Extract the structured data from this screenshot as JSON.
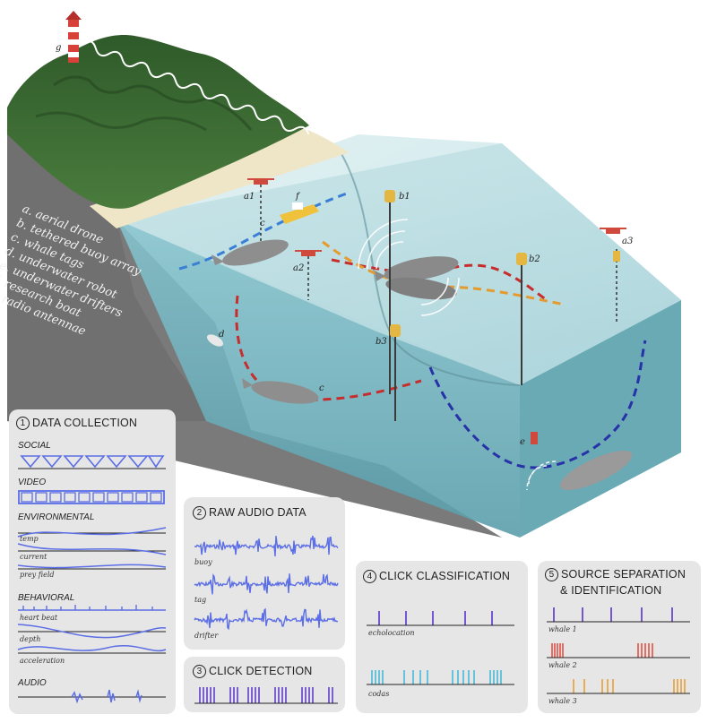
{
  "legend": {
    "items": [
      "a. aerial drone",
      "b. tethered buoy array",
      "c. whale tags",
      "d. underwater robot",
      "e. underwater drifters",
      "f. research boat",
      "g. radio antennae"
    ]
  },
  "scene_labels": {
    "a1": "a1",
    "a2": "a2",
    "a3": "a3",
    "b1": "b1",
    "b2": "b2",
    "b3": "b3",
    "c1": "c",
    "c2": "c",
    "d": "d",
    "e": "e",
    "f": "f",
    "g": "g"
  },
  "panel1": {
    "num": "1",
    "title": "DATA COLLECTION",
    "social": "SOCIAL",
    "video": "VIDEO",
    "environmental": "ENVIRONMENTAL",
    "temp": "temp",
    "current": "current",
    "prey_field": "prey field",
    "behavioral": "BEHAVIORAL",
    "heart_beat": "heart beat",
    "depth": "depth",
    "acceleration": "acceleration",
    "audio": "AUDIO"
  },
  "panel2": {
    "num": "2",
    "title": "RAW AUDIO DATA",
    "buoy": "buoy",
    "tag": "tag",
    "drifter": "drifter"
  },
  "panel3": {
    "num": "3",
    "title": "CLICK DETECTION"
  },
  "panel4": {
    "num": "4",
    "title": "CLICK CLASSIFICATION",
    "echolocation": "echolocation",
    "codas": "codas"
  },
  "panel5": {
    "num": "5",
    "title_line1": "SOURCE SEPARATION",
    "title_line2": "& IDENTIFICATION",
    "whale1": "whale 1",
    "whale2": "whale 2",
    "whale3": "whale 3"
  },
  "colors": {
    "trace_blue": "#5b6ee6",
    "purple": "#5a34c8",
    "cyan": "#3fb6d6",
    "red": "#e0473a",
    "orange": "#e89a2c",
    "path_red": "#c62e2e",
    "path_orange": "#e59a2e",
    "path_blue": "#3a7fd6",
    "path_navy": "#2731a8"
  }
}
